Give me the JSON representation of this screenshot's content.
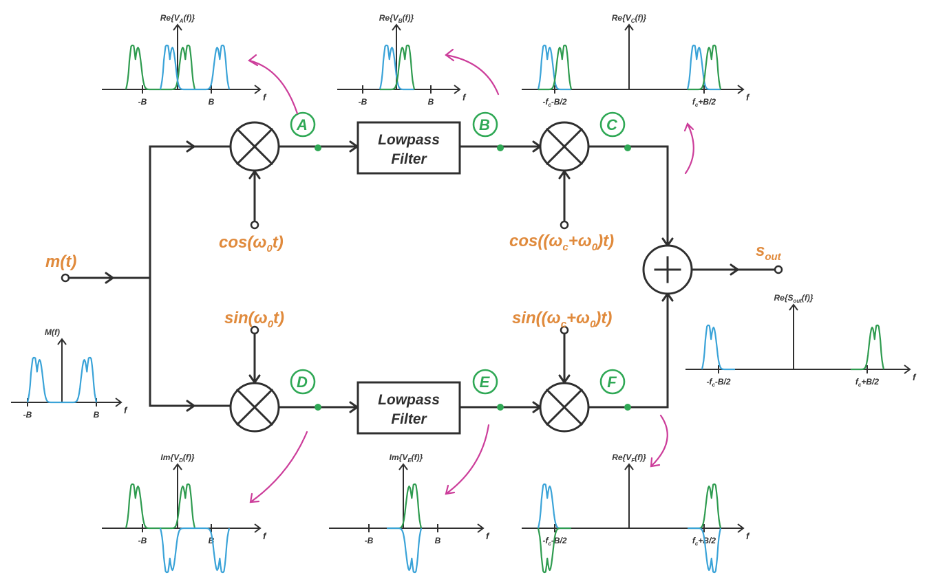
{
  "title": "Single-sideband modulator (Weaver method) block diagram with spectra",
  "colors": {
    "wire": "#2f2f2f",
    "signal_label": "#e08a3c",
    "probe": "#2fa855",
    "spectrum_blue": "#3aa3d8",
    "spectrum_green": "#2e9b4f",
    "callout_arrow": "#cc3d9a"
  },
  "input": {
    "label": "m(t)"
  },
  "output": {
    "label_main": "s",
    "label_sub": "out"
  },
  "blocks": {
    "lpf_top": {
      "line1": "Lowpass",
      "line2": "Filter"
    },
    "lpf_bottom": {
      "line1": "Lowpass",
      "line2": "Filter"
    },
    "mixer_icon": "multiply-icon",
    "adder_icon": "plus-icon"
  },
  "oscillators": {
    "cos0": {
      "pre": "cos(ω",
      "sub": "0",
      "post": "t)"
    },
    "sin0": {
      "pre": "sin(ω",
      "sub": "0",
      "post": "t)"
    },
    "cosc": {
      "pre": "cos((ω",
      "sub1": "c",
      "mid": "+ω",
      "sub2": "0",
      "post": ")t)"
    },
    "sinc": {
      "pre": "sin((ω",
      "sub1": "c",
      "mid": "+ω",
      "sub2": "0",
      "post": ")t)"
    }
  },
  "probes": [
    "A",
    "B",
    "C",
    "D",
    "E",
    "F"
  ],
  "plots": {
    "M": {
      "title_pre": "M(f)",
      "title_sub": "",
      "title_post": "",
      "ticks": [
        "-B",
        "B"
      ],
      "axis_label": "f"
    },
    "A": {
      "title_pre": "Re{V",
      "title_sub": "A",
      "title_post": "(f)}",
      "ticks": [
        "-B",
        "B"
      ],
      "axis_label": "f"
    },
    "B": {
      "title_pre": "Re{V",
      "title_sub": "B",
      "title_post": "(f)}",
      "ticks": [
        "-B",
        "B"
      ],
      "axis_label": "f"
    },
    "C": {
      "title_pre": "Re{V",
      "title_sub": "C",
      "title_post": "(f)}",
      "ticks": [
        "-fc-B/2",
        "fc+B/2"
      ],
      "axis_label": "f"
    },
    "D": {
      "title_pre": "Im{V",
      "title_sub": "D",
      "title_post": "(f)}",
      "ticks": [
        "-B",
        "B"
      ],
      "axis_label": "f"
    },
    "E": {
      "title_pre": "Im{V",
      "title_sub": "E",
      "title_post": "(f)}",
      "ticks": [
        "-B",
        "B"
      ],
      "axis_label": "f"
    },
    "F": {
      "title_pre": "Re{V",
      "title_sub": "F",
      "title_post": "(f)}",
      "ticks": [
        "-fc-B/2",
        "fc+B/2"
      ],
      "axis_label": "f"
    },
    "Sout": {
      "title_pre": "Re{S",
      "title_sub": "out",
      "title_post": "(f)}",
      "ticks": [
        "-fc-B/2",
        "fc+B/2"
      ],
      "axis_label": "f"
    }
  },
  "tick_label_parts": {
    "-B": [
      [
        "-B",
        ""
      ]
    ],
    "B": [
      [
        "B",
        ""
      ]
    ],
    "-fc-B/2": [
      [
        "-f",
        ""
      ],
      [
        "c",
        "sub"
      ],
      [
        "-B/2",
        ""
      ]
    ],
    "fc+B/2": [
      [
        "f",
        ""
      ],
      [
        "c",
        "sub"
      ],
      [
        "+B/2",
        ""
      ]
    ]
  }
}
